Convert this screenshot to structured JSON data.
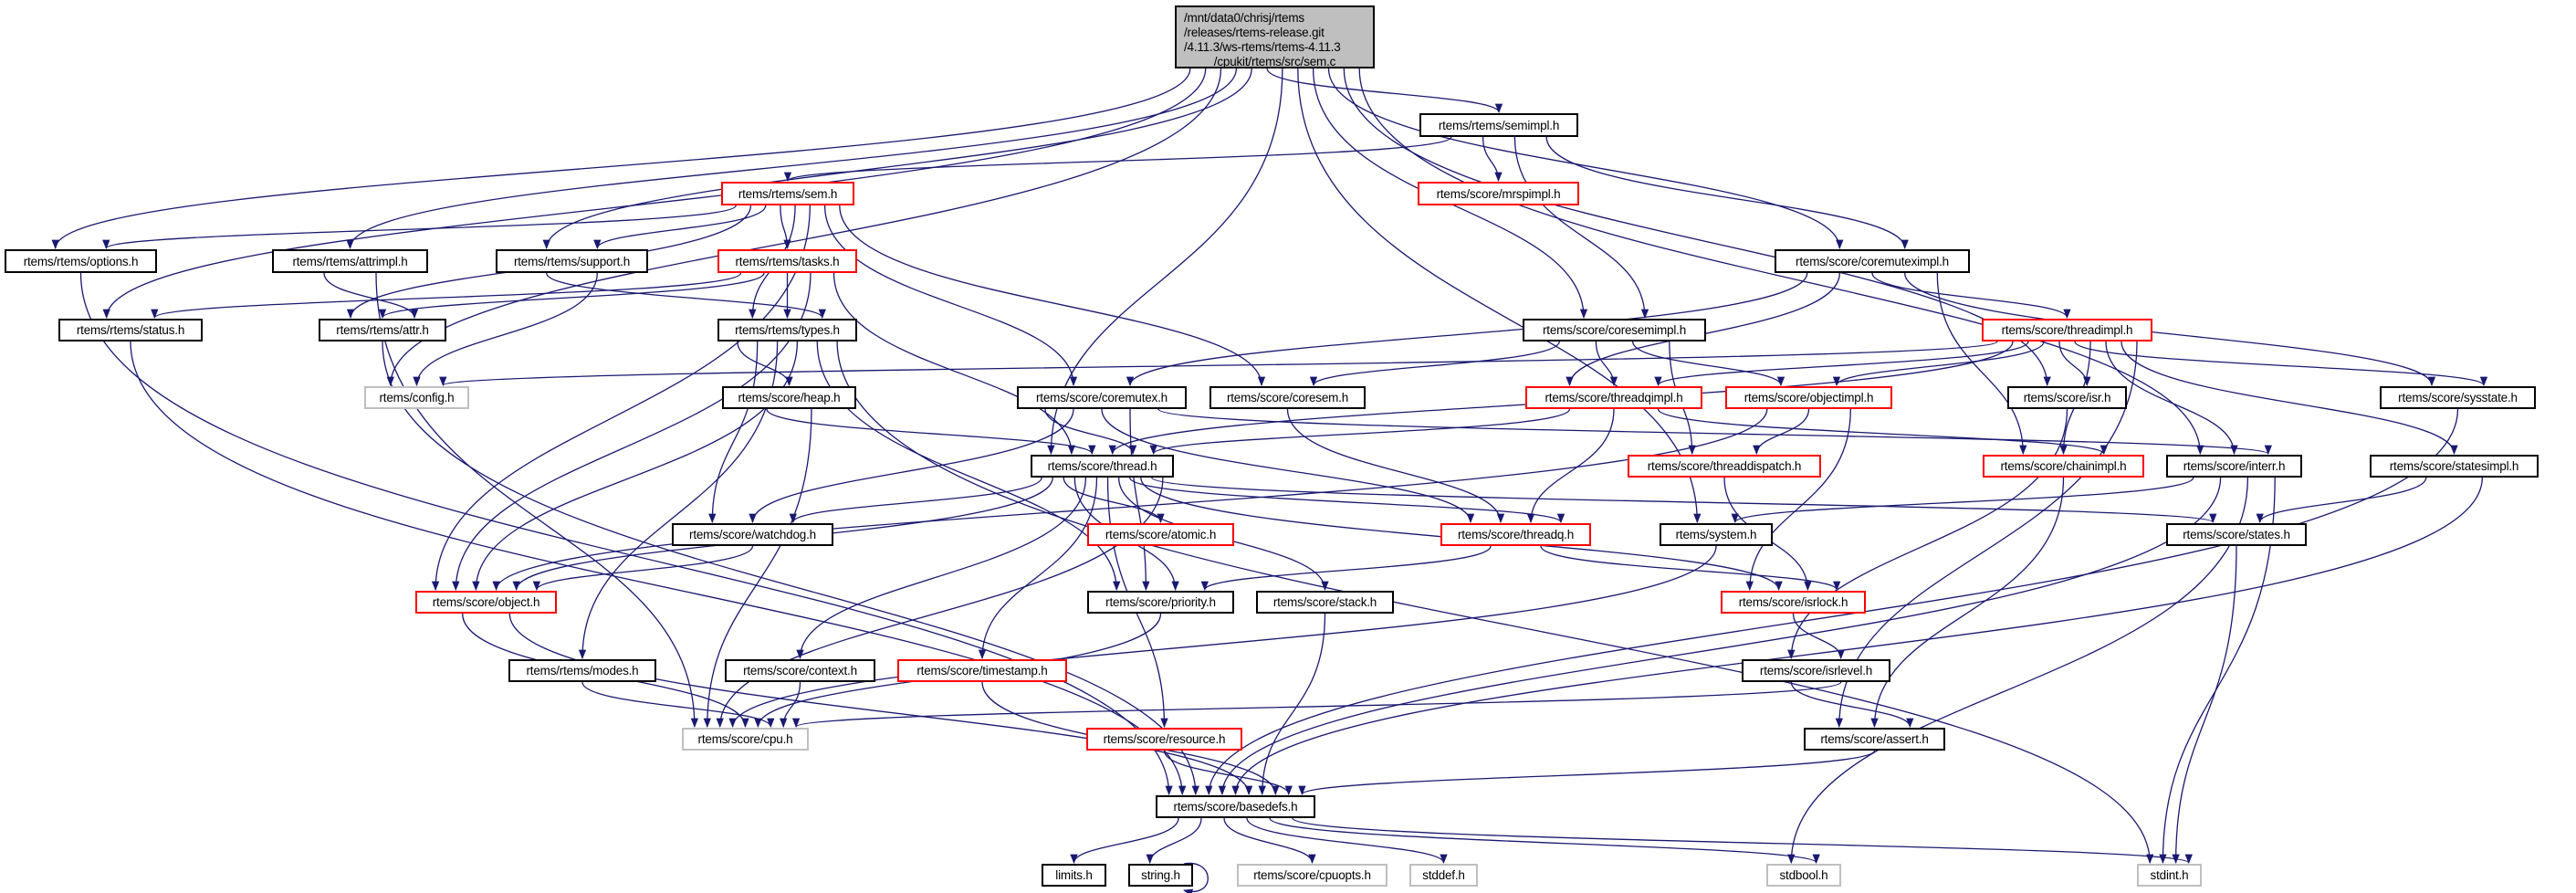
{
  "graph": {
    "edge_color": "#191970",
    "root": {
      "id": "root",
      "lines": [
        "/mnt/data0/chrisj/rtems",
        "/releases/rtems-release.git",
        "/4.11.3/ws-rtems/rtems-4.11.3",
        "/cpukit/rtems/src/sem.c"
      ],
      "fill": "#bfbfbf"
    },
    "node_colors": {
      "normal": "#000000",
      "red": "#ff0000",
      "gray": "#bfbfbf"
    },
    "nodes": [
      {
        "id": "semimpl",
        "label": "rtems/rtems/semimpl.h",
        "style": "normal"
      },
      {
        "id": "sem",
        "label": "rtems/rtems/sem.h",
        "style": "red"
      },
      {
        "id": "mrspimpl",
        "label": "rtems/score/mrspimpl.h",
        "style": "red"
      },
      {
        "id": "options",
        "label": "rtems/rtems/options.h",
        "style": "normal"
      },
      {
        "id": "attrimpl",
        "label": "rtems/rtems/attrimpl.h",
        "style": "normal"
      },
      {
        "id": "support",
        "label": "rtems/rtems/support.h",
        "style": "normal"
      },
      {
        "id": "tasks",
        "label": "rtems/rtems/tasks.h",
        "style": "red"
      },
      {
        "id": "coremuteximpl",
        "label": "rtems/score/coremuteximpl.h",
        "style": "normal"
      },
      {
        "id": "status",
        "label": "rtems/rtems/status.h",
        "style": "normal"
      },
      {
        "id": "attr",
        "label": "rtems/rtems/attr.h",
        "style": "normal"
      },
      {
        "id": "types",
        "label": "rtems/rtems/types.h",
        "style": "normal"
      },
      {
        "id": "coresemimpl",
        "label": "rtems/score/coresemimpl.h",
        "style": "normal"
      },
      {
        "id": "threadimpl",
        "label": "rtems/score/threadimpl.h",
        "style": "red"
      },
      {
        "id": "config",
        "label": "rtems/config.h",
        "style": "gray"
      },
      {
        "id": "heap",
        "label": "rtems/score/heap.h",
        "style": "normal"
      },
      {
        "id": "coremutex",
        "label": "rtems/score/coremutex.h",
        "style": "normal"
      },
      {
        "id": "coresem",
        "label": "rtems/score/coresem.h",
        "style": "normal"
      },
      {
        "id": "threadqimpl",
        "label": "rtems/score/threadqimpl.h",
        "style": "red"
      },
      {
        "id": "objectimpl",
        "label": "rtems/score/objectimpl.h",
        "style": "red"
      },
      {
        "id": "isr",
        "label": "rtems/score/isr.h",
        "style": "normal"
      },
      {
        "id": "sysstate",
        "label": "rtems/score/sysstate.h",
        "style": "normal"
      },
      {
        "id": "thread",
        "label": "rtems/score/thread.h",
        "style": "normal"
      },
      {
        "id": "threaddispatch",
        "label": "rtems/score/threaddispatch.h",
        "style": "red"
      },
      {
        "id": "chainimpl",
        "label": "rtems/score/chainimpl.h",
        "style": "red"
      },
      {
        "id": "interr",
        "label": "rtems/score/interr.h",
        "style": "normal"
      },
      {
        "id": "statesimpl",
        "label": "rtems/score/statesimpl.h",
        "style": "normal"
      },
      {
        "id": "watchdog",
        "label": "rtems/score/watchdog.h",
        "style": "normal"
      },
      {
        "id": "atomic",
        "label": "rtems/score/atomic.h",
        "style": "red"
      },
      {
        "id": "threadq",
        "label": "rtems/score/threadq.h",
        "style": "red"
      },
      {
        "id": "system",
        "label": "rtems/system.h",
        "style": "normal"
      },
      {
        "id": "states",
        "label": "rtems/score/states.h",
        "style": "normal"
      },
      {
        "id": "object",
        "label": "rtems/score/object.h",
        "style": "red"
      },
      {
        "id": "priority",
        "label": "rtems/score/priority.h",
        "style": "normal"
      },
      {
        "id": "stack",
        "label": "rtems/score/stack.h",
        "style": "normal"
      },
      {
        "id": "isrlock",
        "label": "rtems/score/isrlock.h",
        "style": "red"
      },
      {
        "id": "modes",
        "label": "rtems/rtems/modes.h",
        "style": "normal"
      },
      {
        "id": "context",
        "label": "rtems/score/context.h",
        "style": "normal"
      },
      {
        "id": "timestamp",
        "label": "rtems/score/timestamp.h",
        "style": "red"
      },
      {
        "id": "isrlevel",
        "label": "rtems/score/isrlevel.h",
        "style": "normal"
      },
      {
        "id": "cpu",
        "label": "rtems/score/cpu.h",
        "style": "gray"
      },
      {
        "id": "resource",
        "label": "rtems/score/resource.h",
        "style": "red"
      },
      {
        "id": "assert",
        "label": "rtems/score/assert.h",
        "style": "normal"
      },
      {
        "id": "basedefs",
        "label": "rtems/score/basedefs.h",
        "style": "normal"
      },
      {
        "id": "limits",
        "label": "limits.h",
        "style": "normal"
      },
      {
        "id": "string",
        "label": "string.h",
        "style": "normal"
      },
      {
        "id": "cpuopts",
        "label": "rtems/score/cpuopts.h",
        "style": "gray"
      },
      {
        "id": "stddef",
        "label": "stddef.h",
        "style": "gray"
      },
      {
        "id": "stdbool",
        "label": "stdbool.h",
        "style": "gray"
      },
      {
        "id": "stdint",
        "label": "stdint.h",
        "style": "gray"
      }
    ],
    "edges": [
      [
        "root",
        "options"
      ],
      [
        "root",
        "status"
      ],
      [
        "root",
        "config"
      ],
      [
        "root",
        "attrimpl"
      ],
      [
        "root",
        "support"
      ],
      [
        "root",
        "semimpl"
      ],
      [
        "root",
        "thread"
      ],
      [
        "root",
        "system"
      ],
      [
        "root",
        "coresemimpl"
      ],
      [
        "root",
        "coremuteximpl"
      ],
      [
        "root",
        "isr"
      ],
      [
        "root",
        "interr"
      ],
      [
        "semimpl",
        "sem"
      ],
      [
        "semimpl",
        "mrspimpl"
      ],
      [
        "semimpl",
        "coresemimpl"
      ],
      [
        "semimpl",
        "coremuteximpl"
      ],
      [
        "sem",
        "options"
      ],
      [
        "sem",
        "attr"
      ],
      [
        "sem",
        "support"
      ],
      [
        "sem",
        "tasks"
      ],
      [
        "sem",
        "types"
      ],
      [
        "sem",
        "object"
      ],
      [
        "sem",
        "coremutex"
      ],
      [
        "sem",
        "coresem"
      ],
      [
        "tasks",
        "status"
      ],
      [
        "tasks",
        "attr"
      ],
      [
        "tasks",
        "types"
      ],
      [
        "tasks",
        "object"
      ],
      [
        "tasks",
        "thread"
      ],
      [
        "attrimpl",
        "attr"
      ],
      [
        "attrimpl",
        "cpu"
      ],
      [
        "support",
        "types"
      ],
      [
        "support",
        "config"
      ],
      [
        "options",
        "basedefs"
      ],
      [
        "status",
        "basedefs"
      ],
      [
        "attr",
        "basedefs"
      ],
      [
        "types",
        "heap"
      ],
      [
        "types",
        "watchdog"
      ],
      [
        "types",
        "modes"
      ],
      [
        "types",
        "object"
      ],
      [
        "types",
        "priority"
      ],
      [
        "types",
        "stdint"
      ],
      [
        "heap",
        "thread"
      ],
      [
        "heap",
        "cpu"
      ],
      [
        "coremuteximpl",
        "coremutex"
      ],
      [
        "coremuteximpl",
        "threadqimpl"
      ],
      [
        "coremuteximpl",
        "threadimpl"
      ],
      [
        "coremuteximpl",
        "sysstate"
      ],
      [
        "coremuteximpl",
        "chainimpl"
      ],
      [
        "coresemimpl",
        "coresem"
      ],
      [
        "coresemimpl",
        "threadqimpl"
      ],
      [
        "coresemimpl",
        "objectimpl"
      ],
      [
        "coresemimpl",
        "threaddispatch"
      ],
      [
        "threadimpl",
        "config"
      ],
      [
        "threadimpl",
        "thread"
      ],
      [
        "threadimpl",
        "threadqimpl"
      ],
      [
        "threadimpl",
        "objectimpl"
      ],
      [
        "threadimpl",
        "isr"
      ],
      [
        "threadimpl",
        "sysstate"
      ],
      [
        "threadimpl",
        "chainimpl"
      ],
      [
        "threadimpl",
        "interr"
      ],
      [
        "threadimpl",
        "statesimpl"
      ],
      [
        "threadimpl",
        "assert"
      ],
      [
        "coremutex",
        "thread"
      ],
      [
        "coremutex",
        "watchdog"
      ],
      [
        "coremutex",
        "threadq"
      ],
      [
        "coremutex",
        "priority"
      ],
      [
        "coremutex",
        "interr"
      ],
      [
        "coresem",
        "threadq"
      ],
      [
        "threadqimpl",
        "thread"
      ],
      [
        "threadqimpl",
        "threadq"
      ],
      [
        "threadqimpl",
        "chainimpl"
      ],
      [
        "objectimpl",
        "object"
      ],
      [
        "objectimpl",
        "threaddispatch"
      ],
      [
        "objectimpl",
        "isrlock"
      ],
      [
        "isr",
        "isrlevel"
      ],
      [
        "sysstate",
        "basedefs"
      ],
      [
        "thread",
        "watchdog"
      ],
      [
        "thread",
        "object"
      ],
      [
        "thread",
        "atomic"
      ],
      [
        "thread",
        "priority"
      ],
      [
        "thread",
        "context"
      ],
      [
        "thread",
        "timestamp"
      ],
      [
        "thread",
        "resource"
      ],
      [
        "thread",
        "stack"
      ],
      [
        "thread",
        "threadq"
      ],
      [
        "thread",
        "isrlock"
      ],
      [
        "thread",
        "states"
      ],
      [
        "thread",
        "cpu"
      ],
      [
        "threaddispatch",
        "isrlock"
      ],
      [
        "chainimpl",
        "assert"
      ],
      [
        "interr",
        "system"
      ],
      [
        "interr",
        "basedefs"
      ],
      [
        "interr",
        "stdbool"
      ],
      [
        "interr",
        "stdint"
      ],
      [
        "statesimpl",
        "states"
      ],
      [
        "statesimpl",
        "basedefs"
      ],
      [
        "watchdog",
        "object"
      ],
      [
        "threadq",
        "priority"
      ],
      [
        "threadq",
        "isrlock"
      ],
      [
        "system",
        "cpu"
      ],
      [
        "states",
        "stdint"
      ],
      [
        "object",
        "cpu"
      ],
      [
        "object",
        "basedefs"
      ],
      [
        "priority",
        "cpu"
      ],
      [
        "stack",
        "basedefs"
      ],
      [
        "isrlock",
        "isrlevel"
      ],
      [
        "modes",
        "cpu"
      ],
      [
        "context",
        "cpu"
      ],
      [
        "timestamp",
        "basedefs"
      ],
      [
        "isrlevel",
        "assert"
      ],
      [
        "isrlevel",
        "cpu"
      ],
      [
        "resource",
        "basedefs"
      ],
      [
        "assert",
        "basedefs"
      ],
      [
        "basedefs",
        "limits"
      ],
      [
        "basedefs",
        "string"
      ],
      [
        "basedefs",
        "cpuopts"
      ],
      [
        "basedefs",
        "stddef"
      ],
      [
        "basedefs",
        "stdbool"
      ],
      [
        "basedefs",
        "stdint"
      ],
      [
        "string",
        "string"
      ]
    ]
  }
}
